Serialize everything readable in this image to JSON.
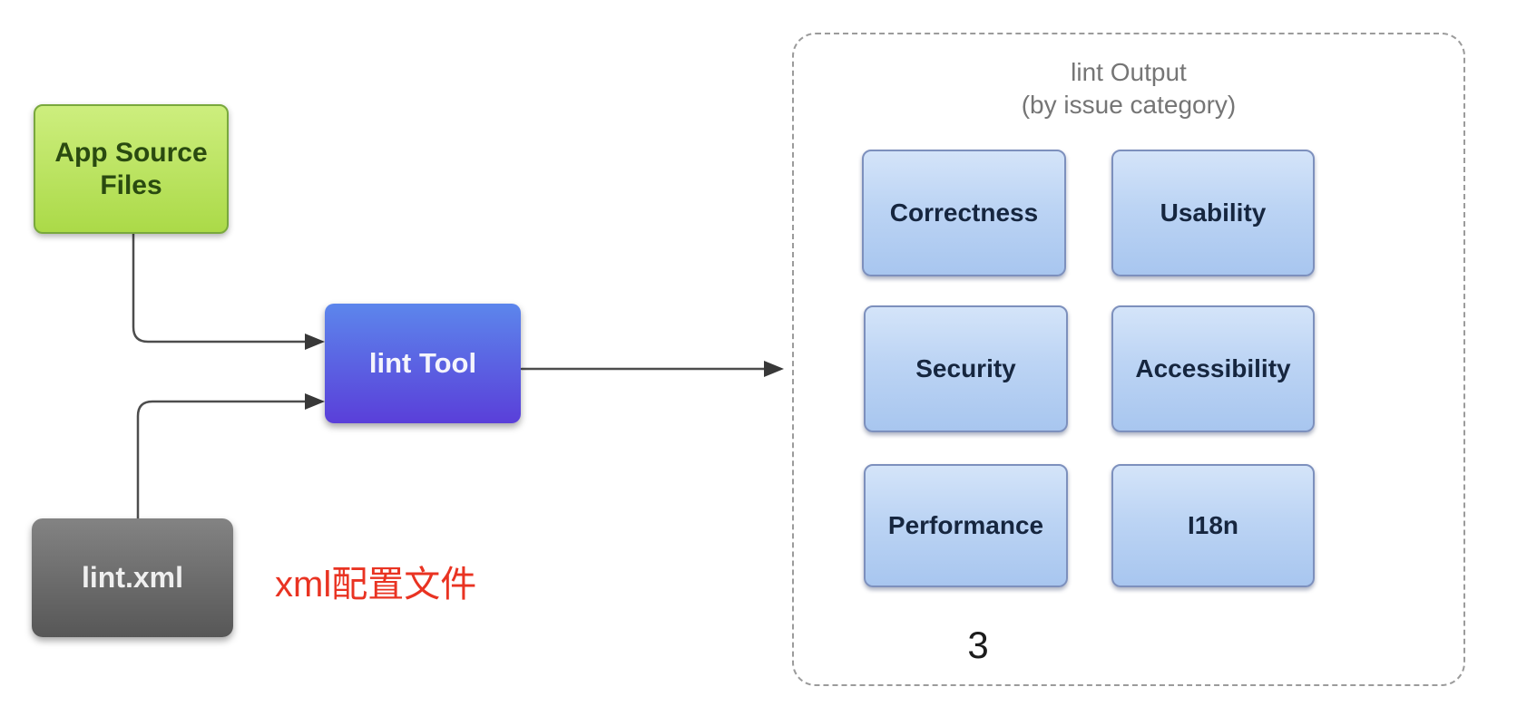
{
  "diagram": {
    "nodes": {
      "app_source": {
        "label": "App Source Files"
      },
      "lint_xml": {
        "label": "lint.xml"
      },
      "lint_tool": {
        "label": "lint Tool"
      }
    },
    "annotation": {
      "text": "xml配置文件"
    },
    "output_group": {
      "title_line1": "lint Output",
      "title_line2": "(by issue category)",
      "categories": [
        "Correctness",
        "Usability",
        "Security",
        "Accessibility",
        "Performance",
        "I18n"
      ],
      "page_number": "3"
    },
    "colors": {
      "background": "#ffffff",
      "app_source_fill_top": "#cdee7e",
      "app_source_fill_bottom": "#abda48",
      "app_source_border": "#79a83d",
      "app_source_text": "#2a4a10",
      "lint_xml_fill_top": "#838383",
      "lint_xml_fill_bottom": "#575757",
      "lint_xml_text": "#efefef",
      "lint_tool_fill_top": "#5c86ec",
      "lint_tool_fill_bottom": "#5a3fd9",
      "lint_tool_text": "#f4f4fc",
      "category_fill_top": "#d4e4f9",
      "category_fill_mid": "#bcd4f4",
      "category_fill_bottom": "#a8c6ef",
      "category_border": "#7d90bd",
      "category_text": "#16263f",
      "group_border": "#9b9b9b",
      "group_title": "#757575",
      "annotation": "#e93322",
      "connector": "#4d4d4d",
      "page_number": "#1c1c1c"
    }
  }
}
